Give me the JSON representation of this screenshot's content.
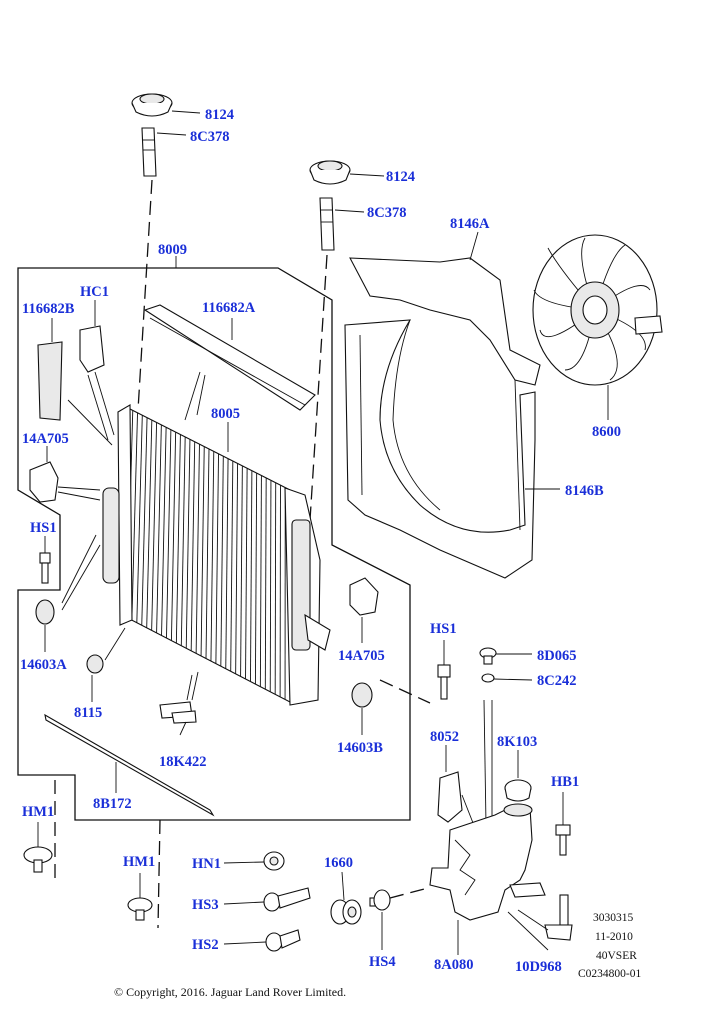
{
  "labels": {
    "p8124_a": "8124",
    "p8c378_a": "8C378",
    "p8124_b": "8124",
    "p8c378_b": "8C378",
    "p8009": "8009",
    "p8146a": "8146A",
    "p116682b": "116682B",
    "hc1": "HC1",
    "p116682a": "116682A",
    "p8600": "8600",
    "p8005": "8005",
    "p14a705_l": "14A705",
    "p8146b": "8146B",
    "hs1_l": "HS1",
    "hs1_r": "HS1",
    "p14603a": "14603A",
    "p14a705_r": "14A705",
    "p8d065": "8D065",
    "p8c242": "8C242",
    "p8115": "8115",
    "p14603b": "14603B",
    "p8052": "8052",
    "p8k103": "8K103",
    "p18k422": "18K422",
    "hb1": "HB1",
    "hm1_l": "HM1",
    "p8b172": "8B172",
    "hm1_c": "HM1",
    "hn1": "HN1",
    "p1660": "1660",
    "hs3": "HS3",
    "hs2": "HS2",
    "hs4": "HS4",
    "p8a080": "8A080",
    "p10d968": "10D968"
  },
  "meta": {
    "line1": "3030315",
    "line2": "11-2010",
    "line3": "40VSER",
    "line4": "C0234800-01"
  },
  "copyright": "© Copyright, 2016. Jaguar Land Rover Limited.",
  "colors": {
    "label": "#1a2fd8",
    "line": "#111111"
  }
}
